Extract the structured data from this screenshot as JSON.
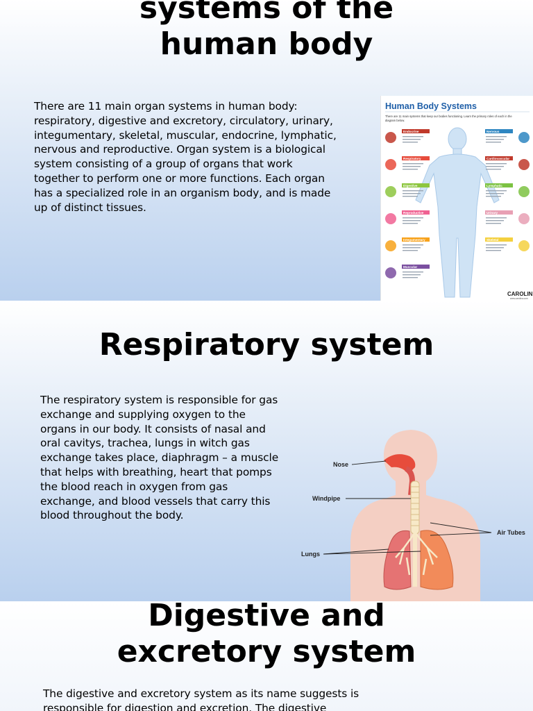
{
  "slides": [
    {
      "title_line1": "systems of the",
      "title_line2": "human body",
      "body": "There are 11 main organ systems in human body: respiratory, digestive and excretory, circulatory, urinary, integumentary, skeletal, muscular, endocrine, lymphatic, nervous and reproductive. Organ system is a biological system consisting of a group of organs that work together to perform one or more functions. Each organ has a specialized role in an organism body, and is made up of distinct tissues.",
      "infographic": {
        "title": "Human Body Systems",
        "intro": "There are 11 main systems that keep our bodies functioning. Learn the primary roles of each in the diagram below.",
        "left_systems": [
          "Endocrine",
          "Respiratory",
          "Digestive",
          "Reproductive",
          "Integumentary",
          "Muscular"
        ],
        "right_systems": [
          "Nervous",
          "Cardiovascular",
          "Lymphatic",
          "Urinary",
          "Skeletal"
        ],
        "brand": "CAROLINA",
        "brand_url": "www.carolina.com",
        "colors": {
          "Endocrine": "#c0392b",
          "Respiratory": "#e74c3c",
          "Digestive": "#8dc63f",
          "Reproductive": "#f06292",
          "Integumentary": "#f7a21b",
          "Muscular": "#7b4fa0",
          "Nervous": "#2e86c1",
          "Cardiovascular": "#c0392b",
          "Lymphatic": "#7cc242",
          "Urinary": "#e8a0b4",
          "Skeletal": "#f4d03f"
        }
      }
    },
    {
      "title": "Respiratory system",
      "body": "The respiratory system is responsible for gas exchange and supplying oxygen to the organs in our body. It consists of nasal and oral cavitys, trachea, lungs in witch gas exchange takes place, diaphragm – a muscle that helps with breathing, heart that pomps the blood reach in oxygen from gas exchange, and blood vessels that carry this blood throughout the body.",
      "figure_labels": {
        "nose": "Nose",
        "windpipe": "Windpipe",
        "air_tubes": "Air Tubes",
        "lungs": "Lungs"
      }
    },
    {
      "title_line1": "Digestive and",
      "title_line2": "excretory system",
      "body": "The digestive and excretory system as its name suggests is responsible for digestion and excretion. The digestive"
    }
  ]
}
